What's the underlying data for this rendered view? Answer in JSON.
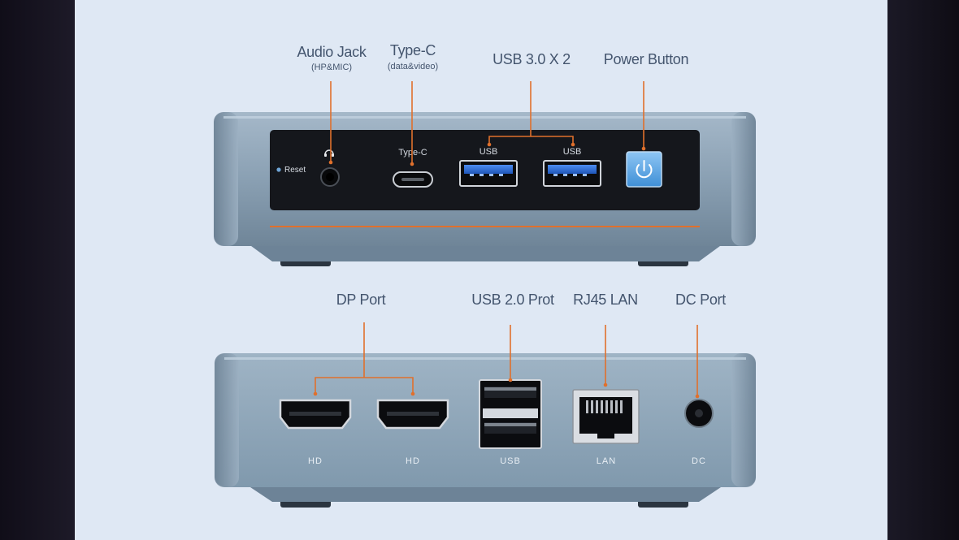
{
  "front": {
    "labels": {
      "audio_jack": "Audio Jack",
      "audio_jack_sub": "(HP&MIC)",
      "type_c": "Type-C",
      "type_c_sub": "(data&video)",
      "usb3": "USB 3.0 X 2",
      "power": "Power Button"
    },
    "panel_text": {
      "reset": "Reset",
      "type_c": "Type-C",
      "usb_left": "USB",
      "usb_right": "USB"
    }
  },
  "back": {
    "labels": {
      "dp": "DP Port",
      "usb2": "USB 2.0  Prot",
      "rj45": "RJ45 LAN",
      "dc": "DC Port"
    },
    "port_text": {
      "hd_left": "HD",
      "hd_right": "HD",
      "usb": "USB",
      "lan": "LAN",
      "dc": "DC"
    }
  },
  "colors": {
    "background": "#dfe8f4",
    "callout_line": "#e0702c",
    "label_text": "#44556e",
    "chassis": "#8ea4b8",
    "front_panel": "#15171c",
    "usb3_blue": "#2f6fd8",
    "power_button": "#4a9be0"
  },
  "icons": [
    "headphone-icon",
    "power-icon"
  ]
}
